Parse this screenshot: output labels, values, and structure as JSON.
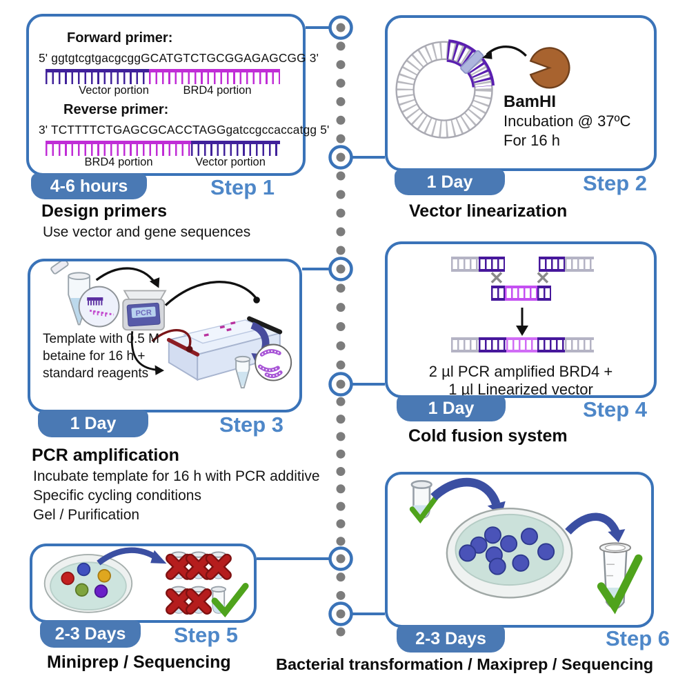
{
  "palette": {
    "border_blue": "#3a73b8",
    "step_label_blue": "#4e87c8",
    "badge_blue": "#4a79b4",
    "spine_dot_gray": "#7c7c7c",
    "vector_purple": "#40219a",
    "brd4_magenta": "#c02dd6",
    "insert_magenta": "#c44ff2",
    "ladder_gray": "#b4b3c4",
    "enzyme_brown": "#a8632f",
    "arrow_navy": "#3b4fa2",
    "fail_red": "#b51d1d",
    "pass_green": "#4fa31c"
  },
  "icons": {
    "cross": "✕"
  },
  "step1": {
    "duration": "4-6 hours",
    "step_label": "Step 1",
    "title": "Design primers",
    "subtitle": "Use vector and gene sequences",
    "forward": {
      "label": "Forward primer:",
      "sequence": "5' ggtgtcgtgacgcggGCATGTCTGCGGAGAGCGG 3'",
      "left_label": "Vector portion",
      "right_label": "BRD4 portion"
    },
    "reverse": {
      "label": "Reverse primer:",
      "sequence": "3' TCTTTTCTGAGCGCACCTAGGgatccgccaccatgg 5'",
      "left_label": "BRD4 portion",
      "right_label": "Vector portion"
    }
  },
  "step2": {
    "duration": "1 Day",
    "step_label": "Step 2",
    "title": "Vector linearization",
    "enzyme": "BamHI",
    "condition1": "Incubation @ 37ºC",
    "condition2": "For 16 h"
  },
  "step3": {
    "duration": "1 Day",
    "step_label": "Step 3",
    "title": "PCR amplification",
    "machine_label": "PCR",
    "annotation": [
      "Template with 0.5 M",
      "betaine for 16 h +",
      "standard reagents"
    ],
    "notes": [
      "Incubate template for 16 h with PCR additive",
      "Specific cycling conditions",
      "Gel / Purification"
    ]
  },
  "step4": {
    "duration": "1 Day",
    "step_label": "Step 4",
    "title": "Cold fusion system",
    "mix_line1": "2 µl PCR amplified BRD4 +",
    "mix_line2": "1 µl Linearized vector"
  },
  "step5": {
    "duration": "2-3 Days",
    "step_label": "Step 5",
    "title": "Miniprep / Sequencing"
  },
  "step6": {
    "duration": "2-3 Days",
    "step_label": "Step 6",
    "title": "Bacterial transformation / Maxiprep / Sequencing"
  }
}
